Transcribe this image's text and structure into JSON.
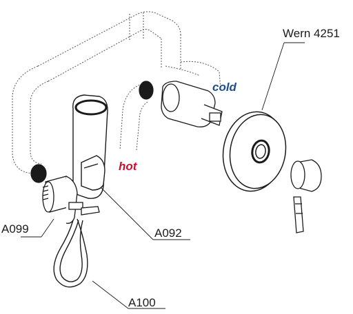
{
  "labels": {
    "model": "Wern 4251",
    "cold": "cold",
    "hot": "hot",
    "a099": "A099",
    "a092": "A092",
    "a100": "A100"
  },
  "colors": {
    "hot": "#c8102e",
    "cold": "#1f4e8c",
    "line": "#1a1a1a",
    "dashed": "#555555"
  }
}
